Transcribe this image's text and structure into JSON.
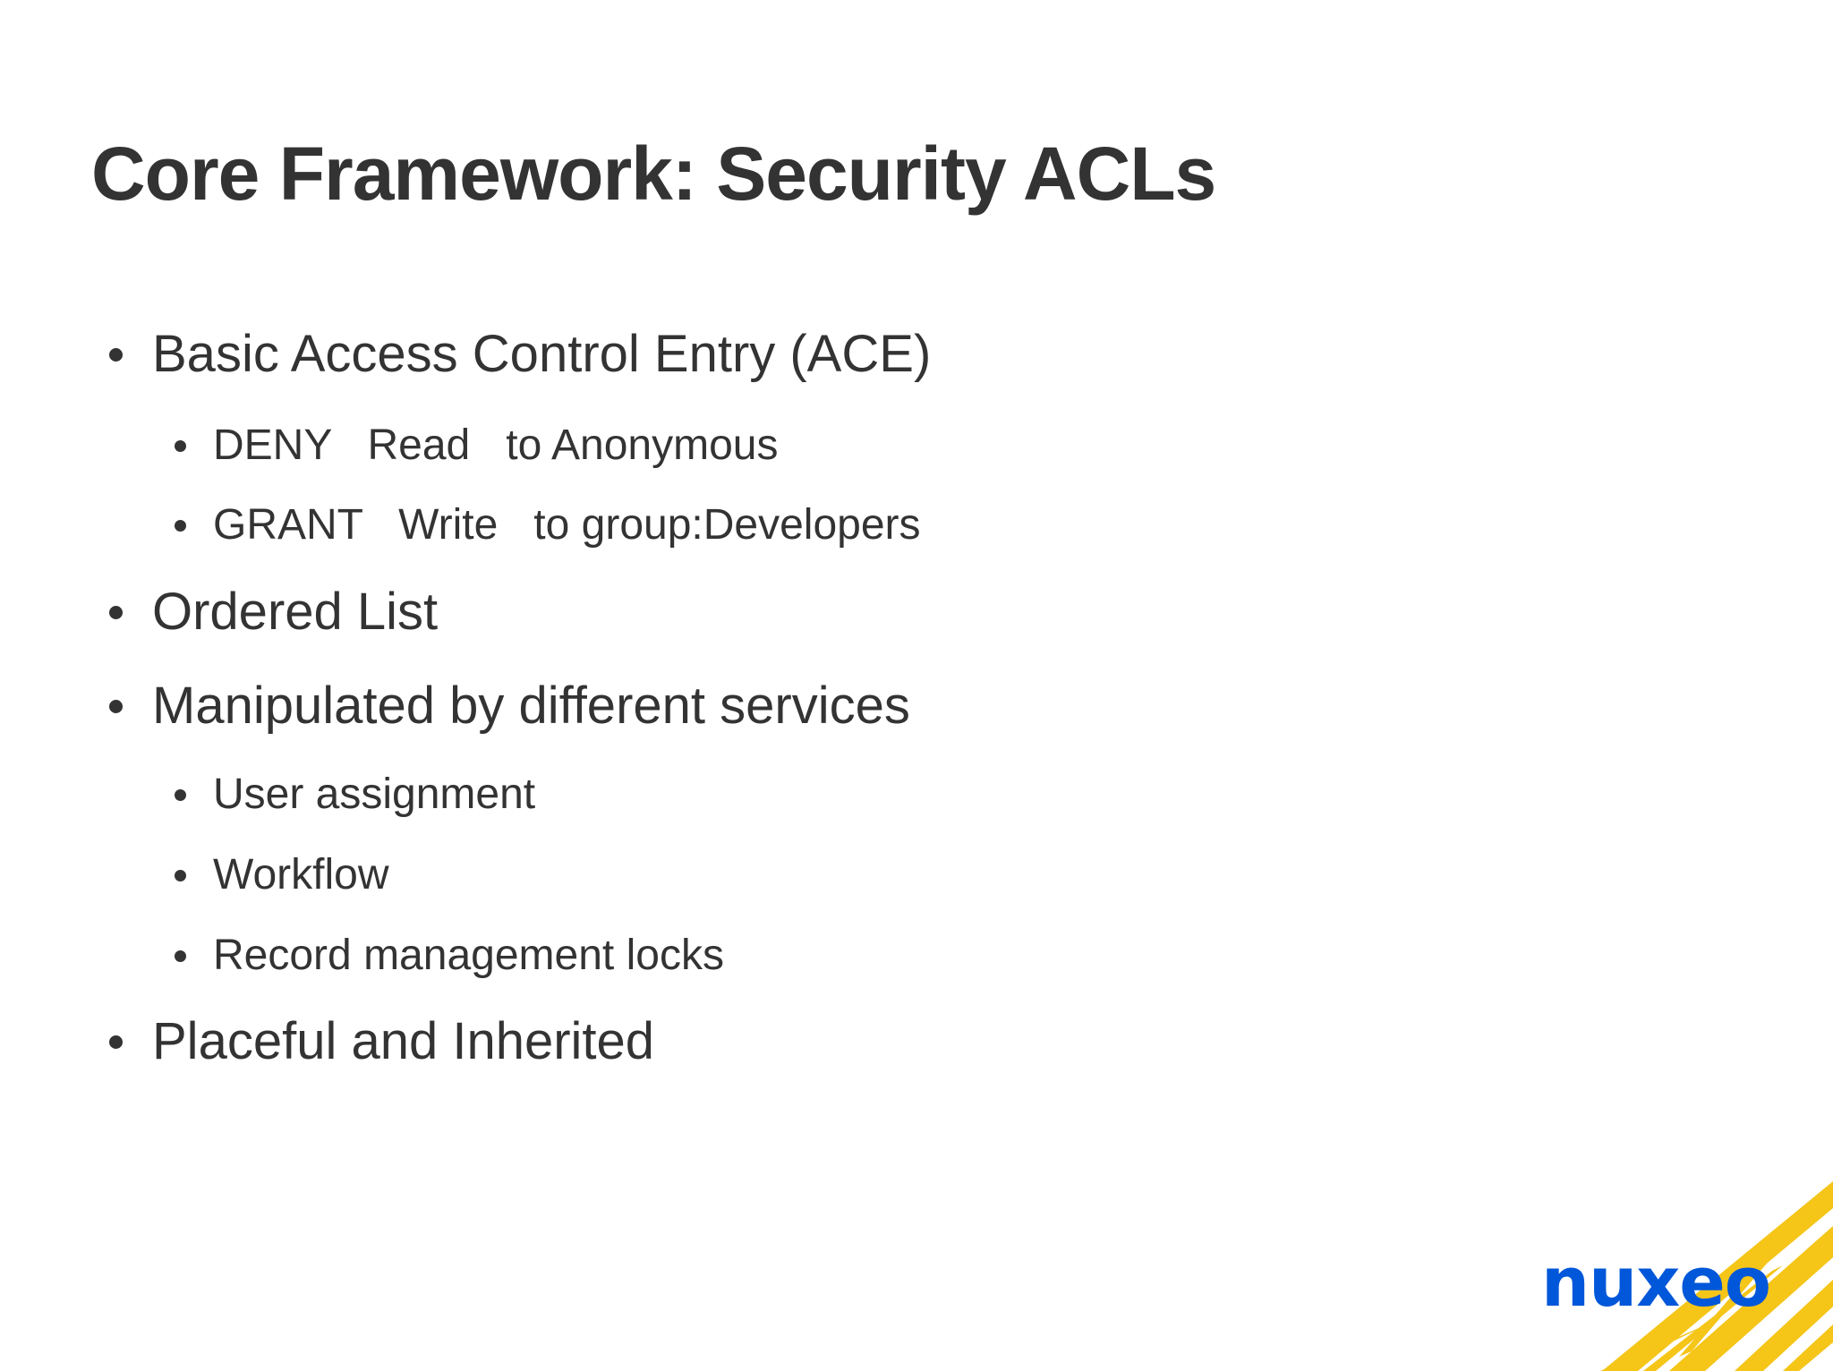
{
  "slide": {
    "title": "Core Framework: Security ACLs",
    "bullets": [
      {
        "text": "Basic Access Control Entry (ACE)"
      },
      {
        "text": "DENY   Read   to Anonymous"
      },
      {
        "text": "GRANT   Write   to group:Developers"
      },
      {
        "text": "Ordered List"
      },
      {
        "text": "Manipulated by different services"
      },
      {
        "text": "User assignment"
      },
      {
        "text": "Workflow"
      },
      {
        "text": "Record management locks"
      },
      {
        "text": "Placeful and Inherited"
      }
    ]
  },
  "logo": {
    "text": "nuxeo",
    "text_color": "#0057d9",
    "accent_color": "#f5c518"
  },
  "colors": {
    "text": "#333333",
    "background": "#ffffff"
  }
}
